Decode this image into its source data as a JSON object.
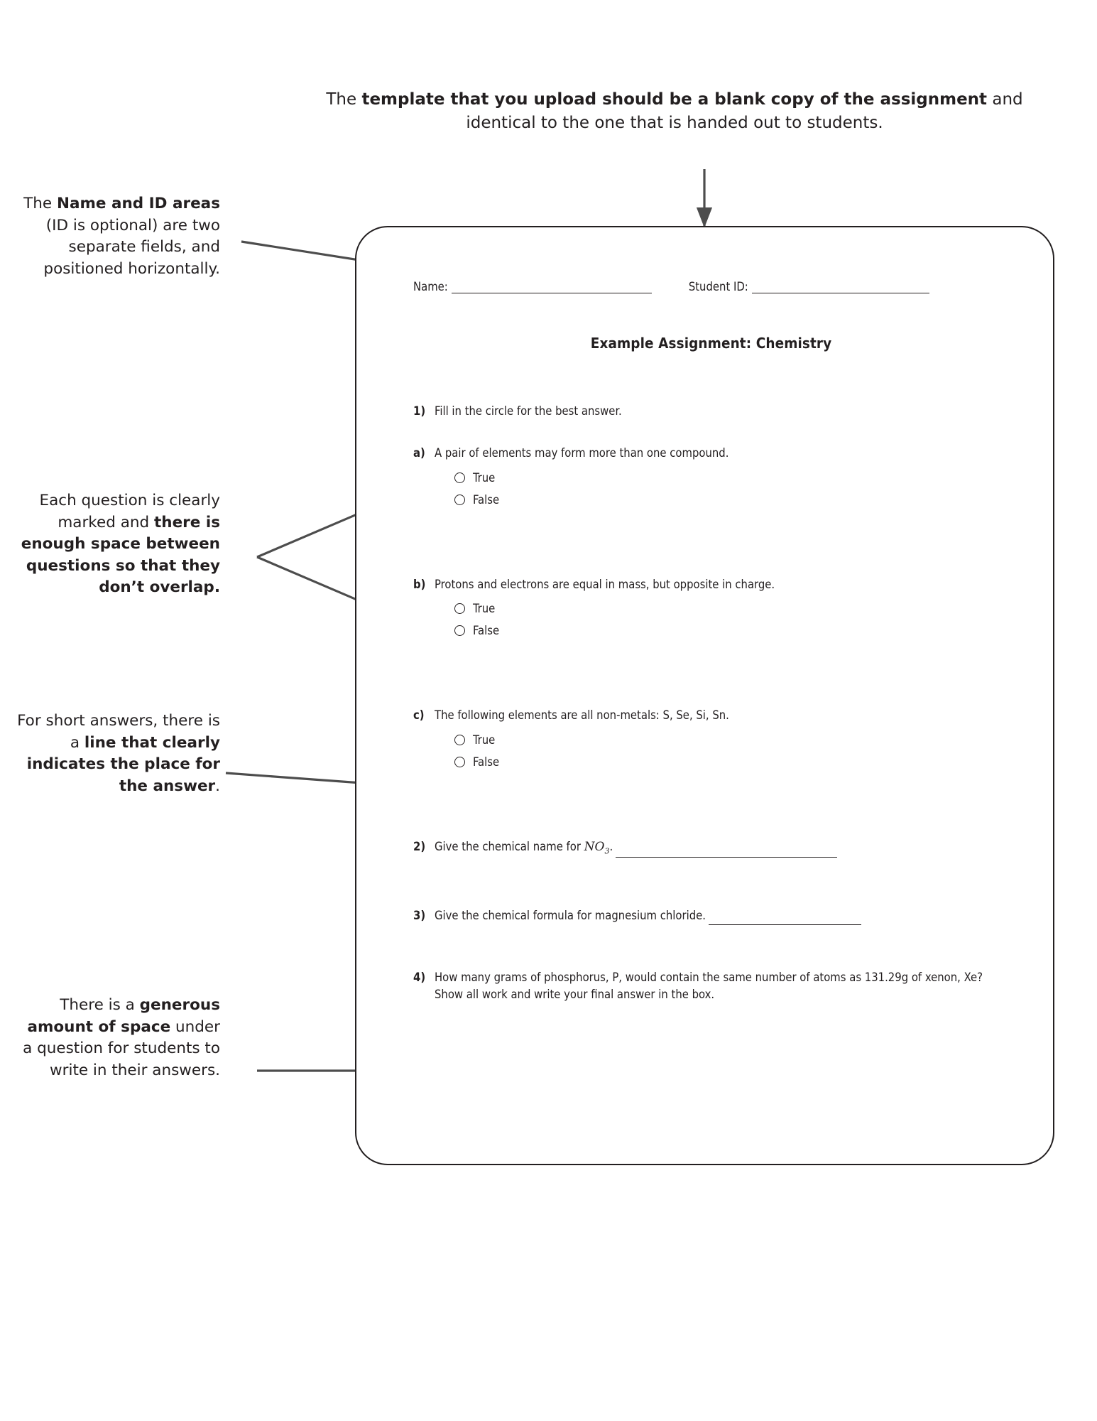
{
  "header_note": {
    "plain_prefix": "The ",
    "bold": "template that you upload should be a blank copy of the assignment",
    "plain_suffix": " and identical to the one that is handed out to students."
  },
  "annotations": [
    {
      "id": "note-name-id",
      "segments": [
        {
          "text": "The ",
          "bold": false
        },
        {
          "text": "Name and ID areas",
          "bold": true
        },
        {
          "text": " (ID is optional) are two separate fields, and positioned horizontally.",
          "bold": false
        }
      ]
    },
    {
      "id": "note-spacing",
      "segments": [
        {
          "text": "Each question is clearly marked and ",
          "bold": false
        },
        {
          "text": "there is enough space between questions so that they don’t overlap.",
          "bold": true
        }
      ]
    },
    {
      "id": "note-line",
      "segments": [
        {
          "text": "For short answers, there is a ",
          "bold": false
        },
        {
          "text": "line that clearly indicates the place for the answer",
          "bold": true
        },
        {
          "text": ".",
          "bold": false
        }
      ]
    },
    {
      "id": "note-space",
      "segments": [
        {
          "text": "There is a ",
          "bold": false
        },
        {
          "text": "generous amount of space",
          "bold": true
        },
        {
          "text": " under a question for students to write in their answers.",
          "bold": false
        }
      ]
    }
  ],
  "document": {
    "name_label": "Name:",
    "name_value": "",
    "student_id_label": "Student ID:",
    "student_id_value": "",
    "title": "Example Assignment: Chemistry",
    "questions": [
      {
        "number": "1)",
        "text": "Fill in the circle for the best answer.",
        "subquestions": [
          {
            "letter": "a)",
            "text": "A pair of elements may form more than one compound.",
            "options": [
              "True",
              "False"
            ]
          },
          {
            "letter": "b)",
            "text": "Protons and electrons are equal in mass, but opposite in charge.",
            "options": [
              "True",
              "False"
            ]
          },
          {
            "letter": "c)",
            "text": "The following elements are all non-metals: S, Se, Si, Sn.",
            "options": [
              "True",
              "False"
            ]
          }
        ]
      },
      {
        "number": "2)",
        "text_before_math": "Give the chemical name for ",
        "math_base": "NO",
        "math_sub": "3",
        "text_after_math": ".",
        "answer_value": ""
      },
      {
        "number": "3)",
        "text": "Give the chemical formula for magnesium chloride.",
        "answer_value": ""
      },
      {
        "number": "4)",
        "text": "How many grams of phosphorus, P, would contain the same number of atoms as 131.29g of xenon, Xe? Show all work and write your final answer in the box."
      }
    ]
  },
  "colors": {
    "ink": "#231f20",
    "arrow": "#4d4d4d",
    "panel_border": "#231f20",
    "background": "#ffffff"
  }
}
